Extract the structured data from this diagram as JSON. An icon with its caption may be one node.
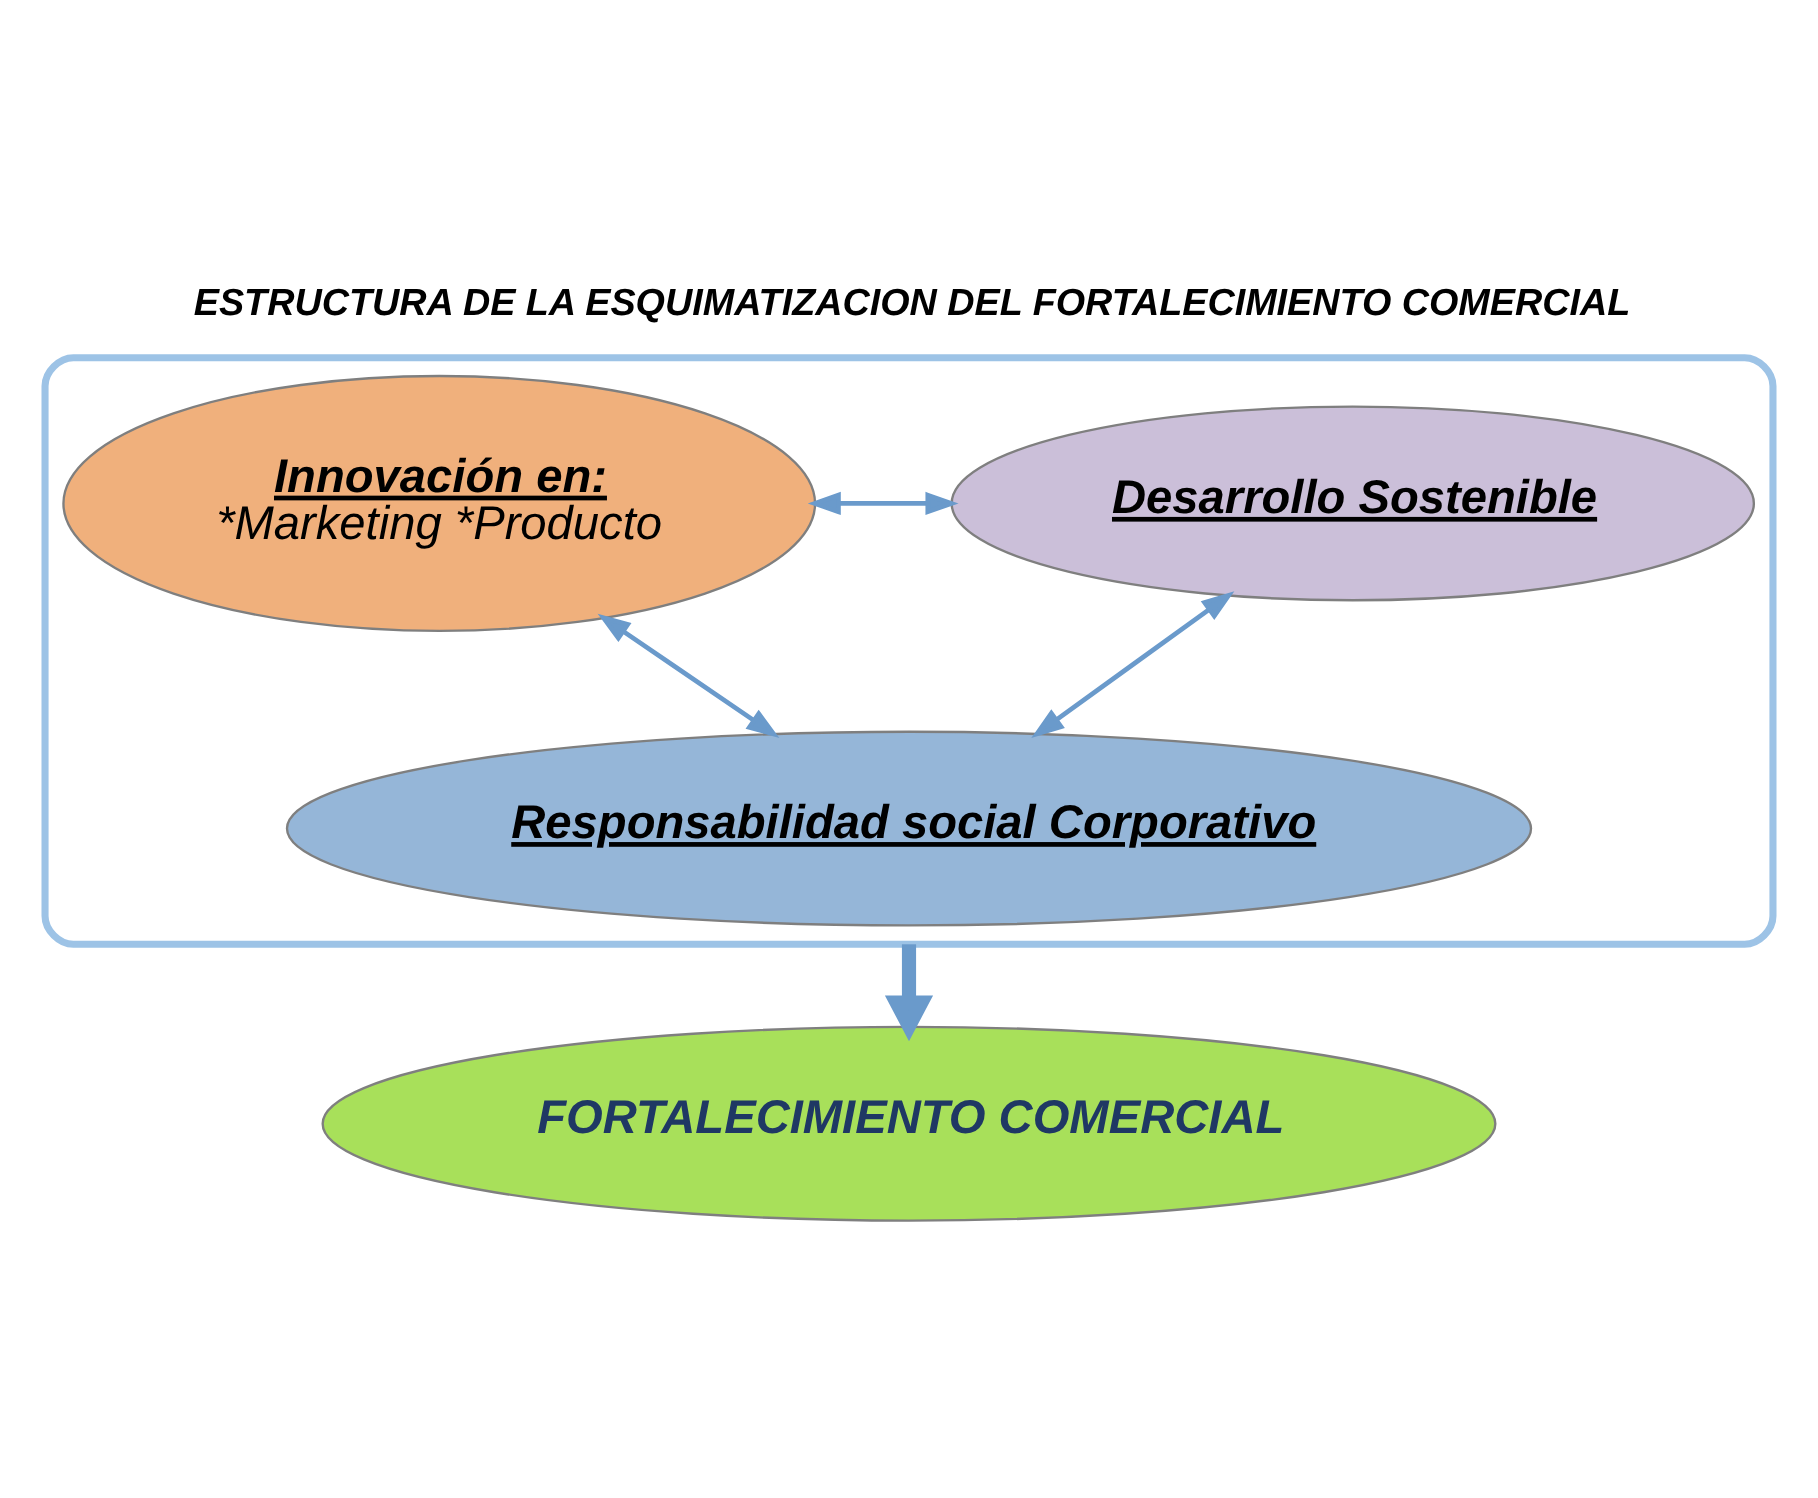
{
  "diagram": {
    "title": "ESTRUCTURA DE LA ESQUIMATIZACION DEL FORTALECIMIENTO COMERCIAL",
    "nodes": [
      {
        "text": [],
        "shape": "funnel"
      },
      {
        "text": [
          "Innovación en:",
          "*Marketing *Producto"
        ],
        "in": 0
      },
      {
        "text": [
          "Desarrollo Sostenible"
        ],
        "in": 0
      },
      {
        "text": [
          "Responsabilidad social Corporativo"
        ],
        "in": 0
      },
      {
        "text": [
          "FORTALECIMIENTO COMERCIAL"
        ]
      }
    ],
    "edges": [
      {
        "from": 1,
        "to": 2,
        "arrow": "both"
      },
      {
        "from": 1,
        "to": 3,
        "arrow": "both"
      },
      {
        "from": 2,
        "to": 3,
        "arrow": "both"
      },
      {
        "from": 0,
        "to": 4,
        "arrow": "to",
        "style": "thick"
      }
    ]
  }
}
